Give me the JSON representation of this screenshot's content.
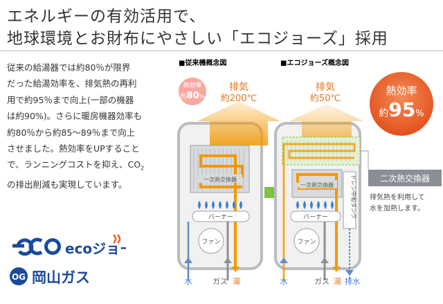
{
  "heading": {
    "line1": "エネルギーの有効活用で、",
    "line2": "地球環境とお財布にやさしい「エコジョーズ」採用"
  },
  "body_lines": [
    "従来の給湯器では約80％が限界",
    "だった給湯効率を、排気熱の再利",
    "用で約95％まで向上(一部の機器",
    "は約90%)。さらに暖房機器効率も",
    "約80％から約85～89％まで向上",
    "させました。熱効率をUPすること",
    "で、ランニングコストを抑え、CO",
    "の排出削減も実現しています。"
  ],
  "body_sub": "2",
  "logos": {
    "eco": "ecoジョーズ",
    "okayama_mark": "OG",
    "okayama": "岡山ガス"
  },
  "conventional": {
    "caption": "■従来機概念図",
    "badge_label": "熱効率",
    "badge_prefix": "約",
    "badge_value": "80",
    "badge_unit": "%",
    "exhaust_label": "排気",
    "exhaust_temp": "約200℃",
    "exchanger_label": "一次熱交換器",
    "burner_label": "バーナー",
    "fan_label": "ファン",
    "bottom_water": "水",
    "bottom_gas": "ガス",
    "bottom_hot": "湯"
  },
  "eco": {
    "caption": "■エコジョーズ概念図",
    "badge_label": "熱効率",
    "badge_prefix": "約",
    "badge_value": "95",
    "badge_unit": "%",
    "exhaust_label": "排気",
    "exhaust_temp": "約50℃",
    "exchanger_label": "一次熱交換器",
    "drain_label": "ドレン中和タンク",
    "burner_label": "バーナー",
    "fan_label": "ファン",
    "bottom_water": "水",
    "bottom_gas": "ガス",
    "bottom_hot": "湯",
    "bottom_drain": "排水",
    "secondary_label": "二次熱交換器",
    "secondary_desc1": "排気熱を利用して",
    "secondary_desc2": "水を加熱します。"
  },
  "colors": {
    "orange": "#f39800",
    "orange_text": "#e8731a",
    "blue_arrow": "#5a8cc8",
    "gray": "#8a8f96",
    "green_arrow": "#7dc242",
    "logo_blue": "#1b4a9c",
    "badge_red": "#e8602c",
    "badge_pink": "#f7a9a0"
  }
}
